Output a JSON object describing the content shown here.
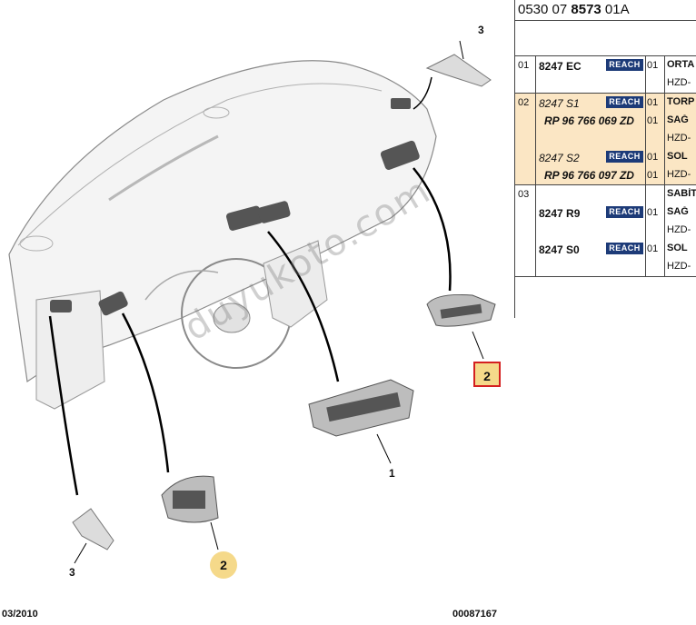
{
  "diagram": {
    "callouts": [
      {
        "label": "3",
        "style": "plain"
      },
      {
        "label": "2",
        "style": "boxed"
      },
      {
        "label": "1",
        "style": "plain"
      },
      {
        "label": "2",
        "style": "badge"
      },
      {
        "label": "3",
        "style": "plain"
      }
    ],
    "watermark": "duyukoto.com",
    "footer_left": "03/2010",
    "footer_right": "00087167"
  },
  "panel": {
    "doc_ref_prefix": "0530 07 ",
    "doc_ref_bold": "8573",
    "doc_ref_suffix": " 01A",
    "groups": [
      {
        "no": "01",
        "rows": [
          {
            "ref": "8247 EC",
            "reach": "REACH",
            "qty": "01",
            "desc": "ORTA"
          },
          {
            "ref": "",
            "reach": "",
            "qty": "",
            "desc": "HZD-"
          }
        ]
      },
      {
        "no": "02",
        "highlight": true,
        "rows": [
          {
            "ref": "8247 S1",
            "reach": "REACH",
            "qty": "01",
            "desc": "TORP"
          },
          {
            "subref": "RP 96 766 069 ZD",
            "qty": "01",
            "desc": "SAĞ"
          },
          {
            "desc": "HZD-"
          },
          {
            "ref": "8247 S2",
            "reach": "REACH",
            "qty": "01",
            "desc": "SOL"
          },
          {
            "subref": "RP 96 766 097 ZD",
            "qty": "01",
            "desc": "HZD-"
          }
        ]
      },
      {
        "no": "03",
        "rows": [
          {
            "desc": "SABİT"
          },
          {
            "ref": "8247 R9",
            "reach": "REACH",
            "qty": "01",
            "desc": "SAĞ"
          },
          {
            "desc": "HZD-"
          },
          {
            "ref": "8247 S0",
            "reach": "REACH",
            "qty": "01",
            "desc": "SOL"
          },
          {
            "desc": "HZD-"
          }
        ]
      }
    ]
  }
}
